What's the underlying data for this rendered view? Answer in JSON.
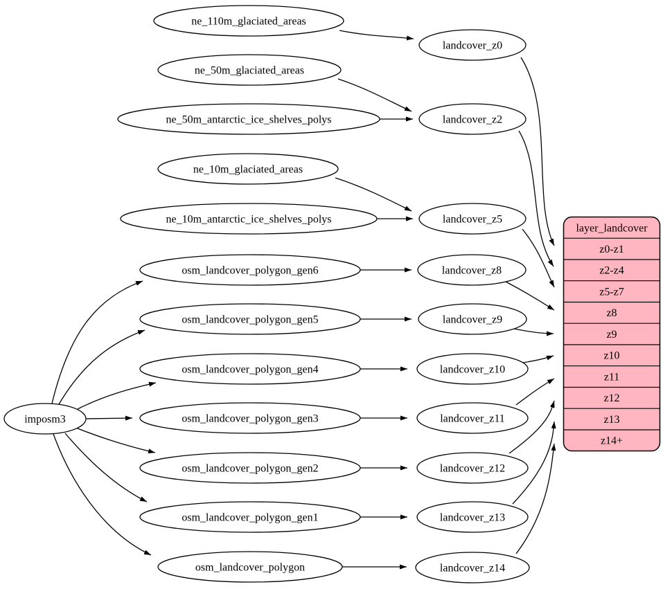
{
  "diagram": {
    "type": "graphviz-digraph",
    "colors": {
      "background": "#ffffff",
      "node_fill": "#ffffff",
      "record_fill": "#ffb6c1",
      "stroke": "#000000",
      "text": "#000000"
    },
    "nodes": {
      "imposm3": {
        "label": "imposm3"
      },
      "sources": [
        {
          "label": "ne_110m_glaciated_areas"
        },
        {
          "label": "ne_50m_glaciated_areas"
        },
        {
          "label": "ne_50m_antarctic_ice_shelves_polys"
        },
        {
          "label": "ne_10m_glaciated_areas"
        },
        {
          "label": "ne_10m_antarctic_ice_shelves_polys"
        },
        {
          "label": "osm_landcover_polygon_gen6"
        },
        {
          "label": "osm_landcover_polygon_gen5"
        },
        {
          "label": "osm_landcover_polygon_gen4"
        },
        {
          "label": "osm_landcover_polygon_gen3"
        },
        {
          "label": "osm_landcover_polygon_gen2"
        },
        {
          "label": "osm_landcover_polygon_gen1"
        },
        {
          "label": "osm_landcover_polygon"
        }
      ],
      "intermediates": [
        {
          "label": "landcover_z0"
        },
        {
          "label": "landcover_z2"
        },
        {
          "label": "landcover_z5"
        },
        {
          "label": "landcover_z8"
        },
        {
          "label": "landcover_z9"
        },
        {
          "label": "landcover_z10"
        },
        {
          "label": "landcover_z11"
        },
        {
          "label": "landcover_z12"
        },
        {
          "label": "landcover_z13"
        },
        {
          "label": "landcover_z14"
        }
      ],
      "record": {
        "title": "layer_landcover",
        "rows": [
          "z0-z1",
          "z2-z4",
          "z5-z7",
          "z8",
          "z9",
          "z10",
          "z11",
          "z12",
          "z13",
          "z14+"
        ]
      }
    },
    "edges": [
      "imposm3 -> osm_landcover_polygon_gen6",
      "imposm3 -> osm_landcover_polygon_gen5",
      "imposm3 -> osm_landcover_polygon_gen4",
      "imposm3 -> osm_landcover_polygon_gen3",
      "imposm3 -> osm_landcover_polygon_gen2",
      "imposm3 -> osm_landcover_polygon_gen1",
      "imposm3 -> osm_landcover_polygon",
      "ne_110m_glaciated_areas -> landcover_z0",
      "ne_50m_glaciated_areas -> landcover_z2",
      "ne_50m_antarctic_ice_shelves_polys -> landcover_z2",
      "ne_10m_glaciated_areas -> landcover_z5",
      "ne_10m_antarctic_ice_shelves_polys -> landcover_z5",
      "osm_landcover_polygon_gen6 -> landcover_z8",
      "osm_landcover_polygon_gen5 -> landcover_z9",
      "osm_landcover_polygon_gen4 -> landcover_z10",
      "osm_landcover_polygon_gen3 -> landcover_z11",
      "osm_landcover_polygon_gen2 -> landcover_z12",
      "osm_landcover_polygon_gen1 -> landcover_z13",
      "osm_landcover_polygon -> landcover_z14",
      "landcover_z0 -> layer_landcover:z0-z1",
      "landcover_z2 -> layer_landcover:z2-z4",
      "landcover_z5 -> layer_landcover:z5-z7",
      "landcover_z8 -> layer_landcover:z8",
      "landcover_z9 -> layer_landcover:z9",
      "landcover_z10 -> layer_landcover:z10",
      "landcover_z11 -> layer_landcover:z11",
      "landcover_z12 -> layer_landcover:z12",
      "landcover_z13 -> layer_landcover:z13",
      "landcover_z14 -> layer_landcover:z14+"
    ]
  }
}
